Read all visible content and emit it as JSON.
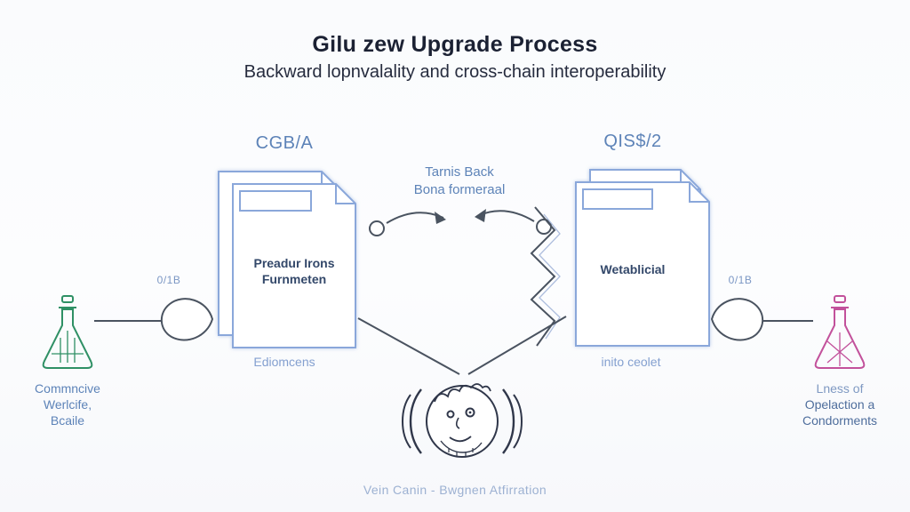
{
  "title": "Gilu zew Upgrade Process",
  "subtitle": "Backward lopnvalality and cross-chain interoperability",
  "center": {
    "note_line1": "Tarnis Back",
    "note_line2": "Bona formeraal"
  },
  "left_document": {
    "label": "CGB/A",
    "body_line1": "Preadur Irons",
    "body_line2": "Furnmeten",
    "caption": "Ediomcens"
  },
  "right_document": {
    "label": "QIS$/2",
    "body_line1": "Wetablicial",
    "caption": "inito ceolet"
  },
  "left_branch": {
    "badge": "0/1B",
    "caption_line1": "Commncive",
    "caption_line2": "Werlcife,",
    "caption_line3": "Bcaile"
  },
  "right_branch": {
    "badge": "0/1B",
    "caption_line1": "Lness of",
    "caption_line2": "Opelaction a",
    "caption_line3": "Condorments"
  },
  "footer_caption": "Vein Canin - Bwgnen Atfirration",
  "colors": {
    "accent_blue": "#5d83b8",
    "dark_text": "#1b2133",
    "doc_border": "#8aa7da",
    "line_gray": "#4a5360",
    "flask_green": "#2f9065",
    "flask_pink": "#c2519b",
    "caption_light": "#9db1d2"
  }
}
